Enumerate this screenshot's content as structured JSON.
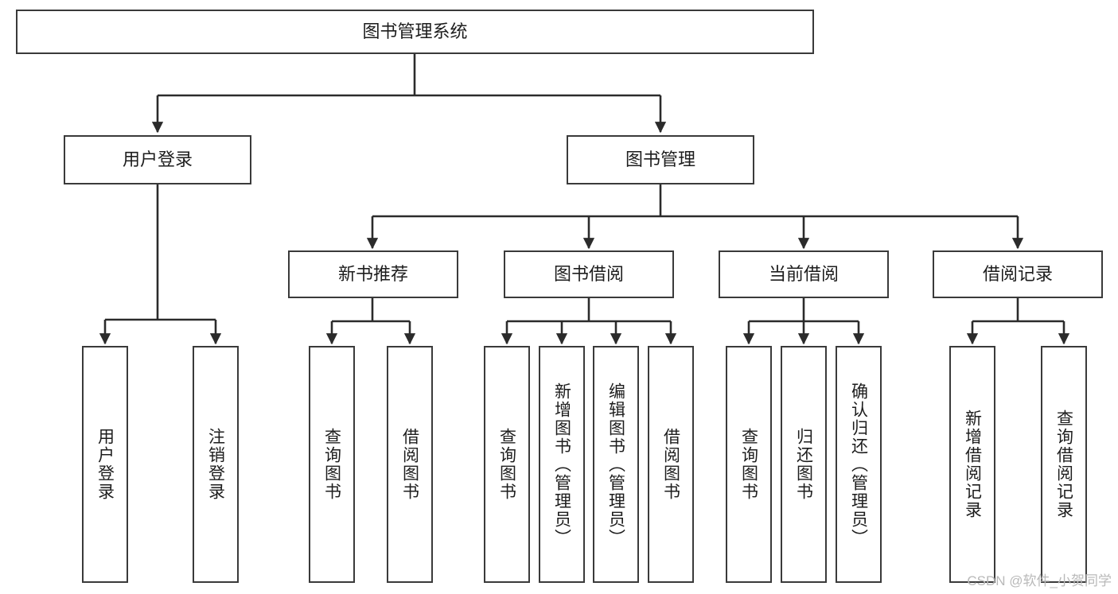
{
  "diagram": {
    "type": "tree-hierarchy-chart",
    "title": "图书管理系统",
    "orientation": "top-down",
    "line_color": "#3a3a3a",
    "box_fill": "#ffffff",
    "text_color": "#1d1d1d",
    "levels": [
      {
        "level": 1,
        "nodes": [
          {
            "id": "root",
            "label": "图书管理系统",
            "text_direction": "horizontal"
          }
        ]
      },
      {
        "level": 2,
        "nodes": [
          {
            "id": "login",
            "label": "用户登录",
            "text_direction": "horizontal",
            "parent": "root"
          },
          {
            "id": "bookmgmt",
            "label": "图书管理",
            "text_direction": "horizontal",
            "parent": "root"
          }
        ]
      },
      {
        "level": 3,
        "nodes": [
          {
            "id": "newbook",
            "label": "新书推荐",
            "text_direction": "horizontal",
            "parent": "bookmgmt"
          },
          {
            "id": "borrow",
            "label": "图书借阅",
            "text_direction": "horizontal",
            "parent": "bookmgmt"
          },
          {
            "id": "current",
            "label": "当前借阅",
            "text_direction": "horizontal",
            "parent": "bookmgmt"
          },
          {
            "id": "records",
            "label": "借阅记录",
            "text_direction": "horizontal",
            "parent": "bookmgmt"
          }
        ]
      },
      {
        "level": 4,
        "nodes": [
          {
            "id": "leaf1",
            "label": "用户登录",
            "text_direction": "vertical",
            "parent": "login"
          },
          {
            "id": "leaf2",
            "label": "注销登录",
            "text_direction": "vertical",
            "parent": "login"
          },
          {
            "id": "leaf3",
            "label": "查询图书",
            "text_direction": "vertical",
            "parent": "newbook"
          },
          {
            "id": "leaf4",
            "label": "借阅图书",
            "text_direction": "vertical",
            "parent": "newbook"
          },
          {
            "id": "leaf5",
            "label": "查询图书",
            "text_direction": "vertical",
            "parent": "borrow"
          },
          {
            "id": "leaf6",
            "label": "新增图书（管理员）",
            "text_direction": "vertical",
            "parent": "borrow"
          },
          {
            "id": "leaf7",
            "label": "编辑图书（管理员）",
            "text_direction": "vertical",
            "parent": "borrow"
          },
          {
            "id": "leaf8",
            "label": "借阅图书",
            "text_direction": "vertical",
            "parent": "borrow"
          },
          {
            "id": "leaf9",
            "label": "查询图书",
            "text_direction": "vertical",
            "parent": "current"
          },
          {
            "id": "leaf10",
            "label": "归还图书",
            "text_direction": "vertical",
            "parent": "current"
          },
          {
            "id": "leaf11",
            "label": "确认归还（管理员）",
            "text_direction": "vertical",
            "parent": "current"
          },
          {
            "id": "leaf12",
            "label": "新增借阅记录",
            "text_direction": "vertical",
            "parent": "records"
          },
          {
            "id": "leaf13",
            "label": "查询借阅记录",
            "text_direction": "vertical",
            "parent": "records"
          }
        ]
      }
    ]
  },
  "watermark": {
    "text": "CSDN @软件_小贺同学"
  }
}
